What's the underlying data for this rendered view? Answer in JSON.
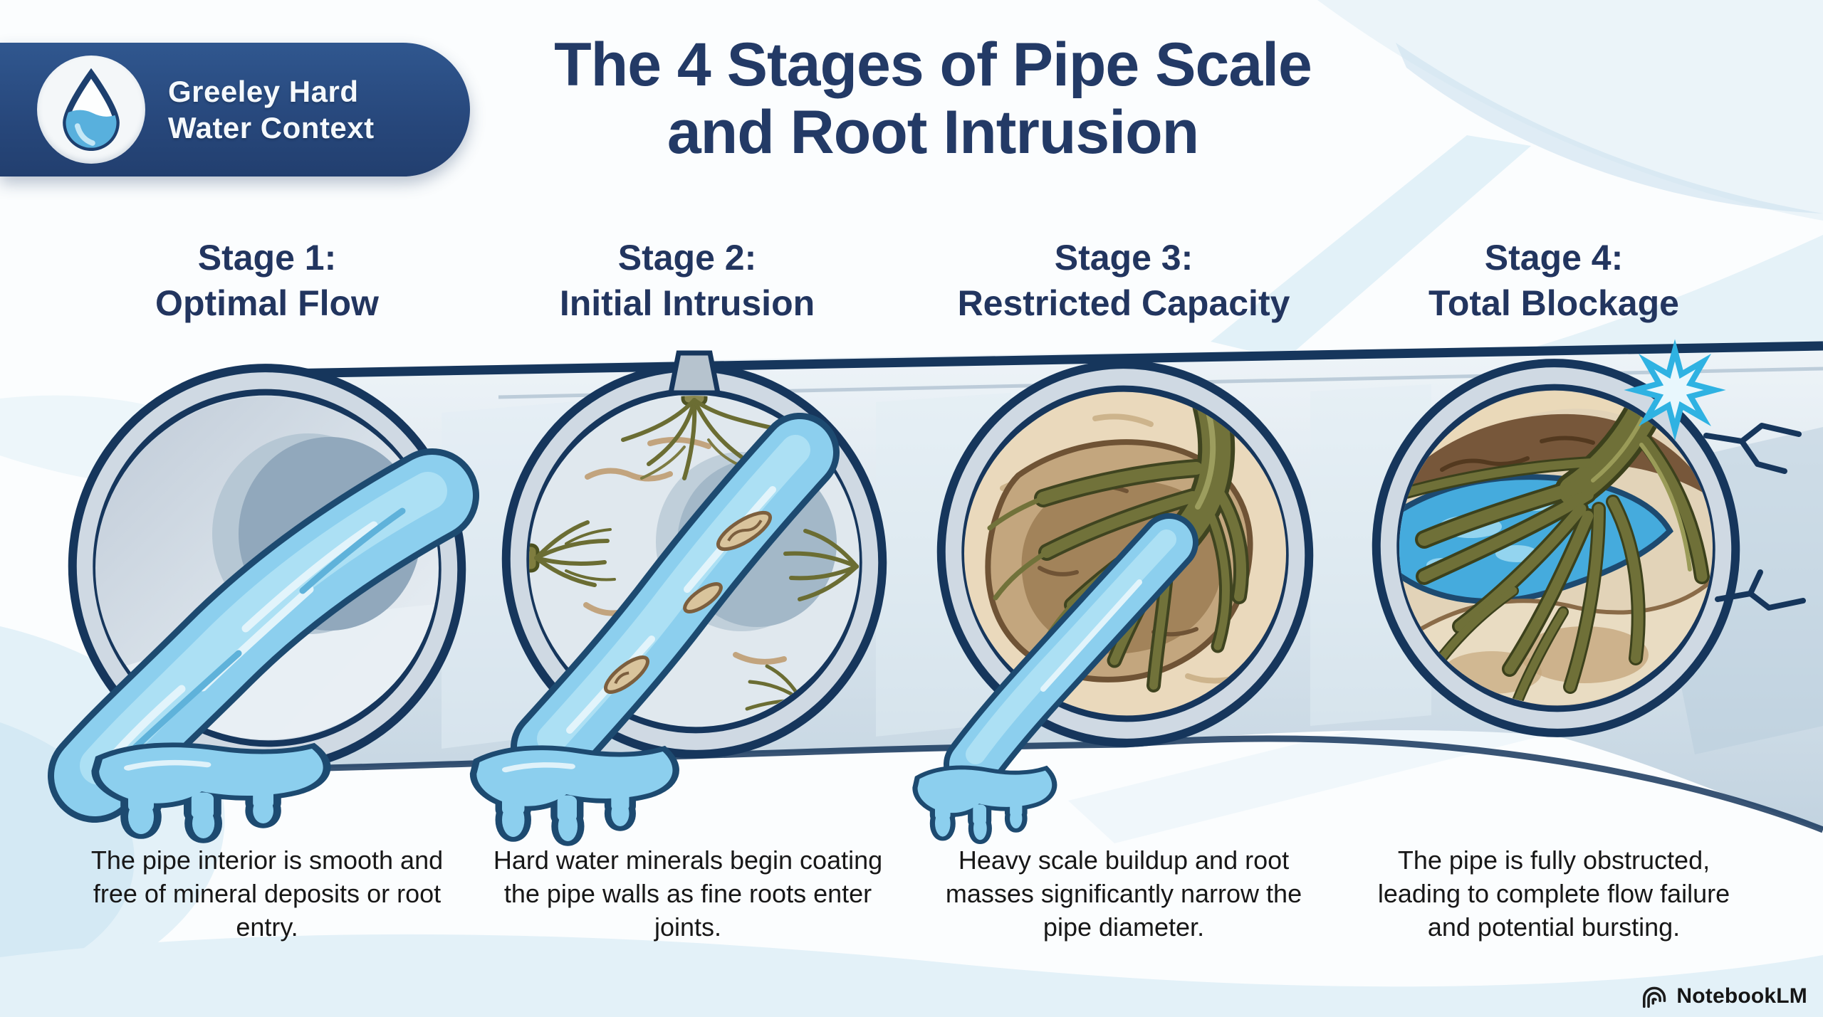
{
  "badge": {
    "icon": "water-drop-icon",
    "line1": "Greeley Hard",
    "line2": "Water Context"
  },
  "title": {
    "line1": "The 4 Stages of Pipe Scale",
    "line2": "and Root Intrusion"
  },
  "stages": [
    {
      "id": 1,
      "heading_line1": "Stage 1:",
      "heading_line2": "Optimal Flow",
      "description": "The pipe interior is smooth and free of mineral deposits or root entry.",
      "illustration": "clean-pipe-cross-section-with-full-water-flow"
    },
    {
      "id": 2,
      "heading_line1": "Stage 2:",
      "heading_line2": "Initial Intrusion",
      "description": "Hard water minerals begin coating the pipe walls as fine roots enter joints.",
      "illustration": "pipe-cross-section-thin-scale-fine-roots-water-flow"
    },
    {
      "id": 3,
      "heading_line1": "Stage 3:",
      "heading_line2": "Restricted Capacity",
      "description": "Heavy scale buildup and root masses significantly narrow the pipe diameter.",
      "illustration": "pipe-cross-section-heavy-scale-root-mass-narrow-flow"
    },
    {
      "id": 4,
      "heading_line1": "Stage 4:",
      "heading_line2": "Total Blockage",
      "description": "The pipe is fully obstructed, leading to complete flow failure and potential bursting.",
      "illustration": "pipe-cross-section-fully-blocked-roots-cracks-burst"
    }
  ],
  "watermark": {
    "label": "NotebookLM",
    "icon": "notebooklm-logo-icon"
  },
  "colors": {
    "navy_text": "#233a66",
    "badge_navy": "#27477b",
    "outline_navy": "#16365c",
    "water_blue": "#8ccfee",
    "water_dark": "#1d4a70",
    "pool_blue": "#45abdd",
    "pipe_gray": "#cfd9e3",
    "scale_tan": "#e8d9bd",
    "scale_brown": "#77573a",
    "root_olive": "#6f7038",
    "burst_cyan": "#2fb2e2",
    "wave_blue": "#dcecf5"
  }
}
